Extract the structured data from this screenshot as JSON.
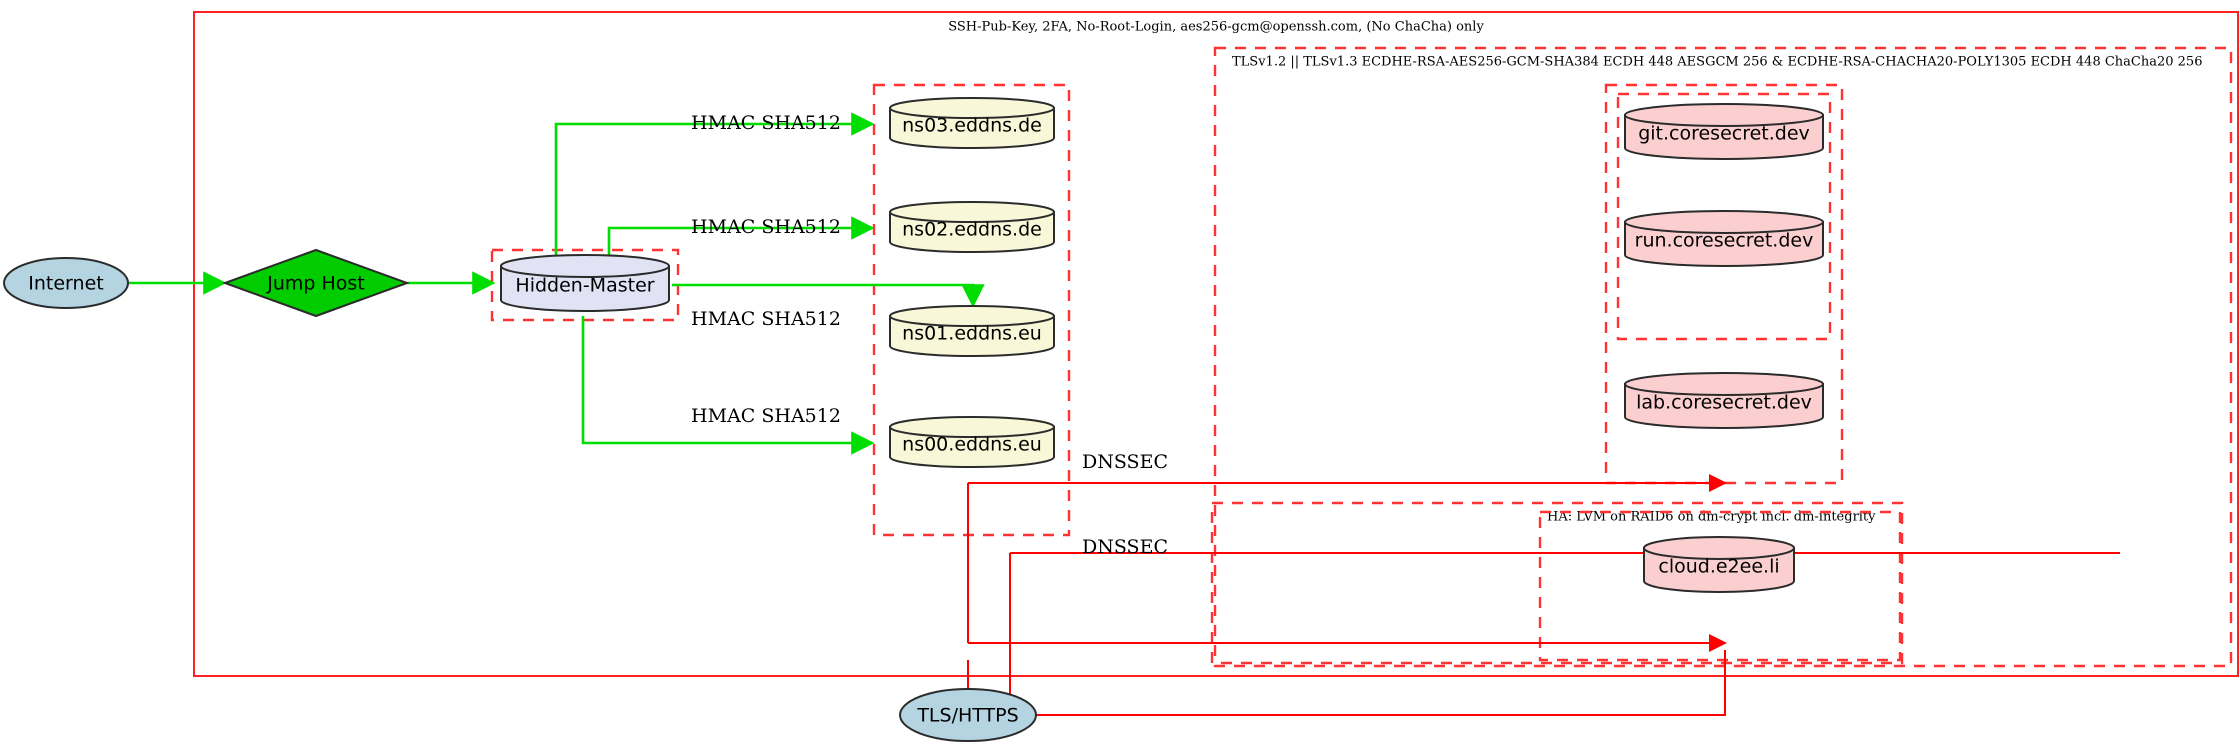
{
  "diagram": {
    "title_labels": {
      "outer_ssh": "SSH-Pub-Key, 2FA, No-Root-Login, aes256-gcm@openssh.com, (No ChaCha) only",
      "tls_cluster": "TLSv1.2 || TLSv1.3 ECDHE-RSA-AES256-GCM-SHA384 ECDH 448 AESGCM 256 & ECDHE-RSA-CHACHA20-POLY1305 ECDH 448 ChaCha20 256",
      "ha_cluster": "HA: LVM on RAID6 on dm-crypt incl. dm-integrity"
    },
    "nodes": {
      "internet": {
        "label": "Internet",
        "shape": "ellipse",
        "fill": "#b3d4e0"
      },
      "jump_host": {
        "label": "Jump Host",
        "shape": "diamond",
        "fill": "#00cc00"
      },
      "hidden_master": {
        "label": "Hidden-Master",
        "shape": "cylinder",
        "fill": "#e2e2f5"
      },
      "ns03": {
        "label": "ns03.eddns.de",
        "shape": "cylinder",
        "fill": "#f8f8d8"
      },
      "ns02": {
        "label": "ns02.eddns.de",
        "shape": "cylinder",
        "fill": "#f8f8d8"
      },
      "ns01": {
        "label": "ns01.eddns.eu",
        "shape": "cylinder",
        "fill": "#f8f8d8"
      },
      "ns00": {
        "label": "ns00.eddns.eu",
        "shape": "cylinder",
        "fill": "#f8f8d8"
      },
      "git": {
        "label": "git.coresecret.dev",
        "shape": "cylinder",
        "fill": "#fbcfcf"
      },
      "run": {
        "label": "run.coresecret.dev",
        "shape": "cylinder",
        "fill": "#fbcfcf"
      },
      "lab": {
        "label": "lab.coresecret.dev",
        "shape": "cylinder",
        "fill": "#fbcfcf"
      },
      "cloud": {
        "label": "cloud.e2ee.li",
        "shape": "cylinder",
        "fill": "#fbcfcf"
      },
      "tls_https": {
        "label": "TLS/HTTPS",
        "shape": "ellipse",
        "fill": "#b3d4e0"
      }
    },
    "edge_labels": {
      "hmac_ns03": "HMAC SHA512",
      "hmac_ns02": "HMAC SHA512",
      "hmac_ns01": "HMAC SHA512",
      "hmac_ns00": "HMAC SHA512",
      "dnssec_upper": "DNSSEC",
      "dnssec_lower": "DNSSEC"
    },
    "colors": {
      "edge_green": "#00dd00",
      "edge_red": "#ff0000",
      "cluster_border": "#ff3333",
      "outer_border": "#ff2222"
    }
  }
}
